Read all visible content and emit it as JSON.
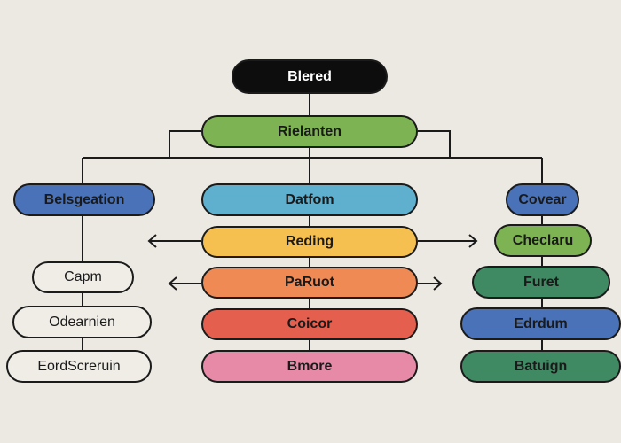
{
  "root": {
    "label": "Blered",
    "color": "#0d0d0d"
  },
  "level1": {
    "label": "Rielanten",
    "color": "#7db352"
  },
  "left": [
    {
      "label": "Belsgeation",
      "color": "#4a72b8"
    },
    {
      "label": "Capm",
      "color": "#f0ede6"
    },
    {
      "label": "Odearnien",
      "color": "#f0ede6"
    },
    {
      "label": "EordScreruin",
      "color": "#f0ede6"
    }
  ],
  "center": [
    {
      "label": "Datfom",
      "color": "#5fb0cf"
    },
    {
      "label": "Reding",
      "color": "#f5c04f"
    },
    {
      "label": "PaRuot",
      "color": "#ef8a55"
    },
    {
      "label": "Coicor",
      "color": "#e55f4f"
    },
    {
      "label": "Bmore",
      "color": "#e78aa8"
    }
  ],
  "right": [
    {
      "label": "Covear",
      "color": "#4a72b8"
    },
    {
      "label": "Checlaru",
      "color": "#7db352"
    },
    {
      "label": "Furet",
      "color": "#3f8a62"
    },
    {
      "label": "Edrdum",
      "color": "#4a72b8"
    },
    {
      "label": "Batuign",
      "color": "#3f8a62"
    }
  ]
}
